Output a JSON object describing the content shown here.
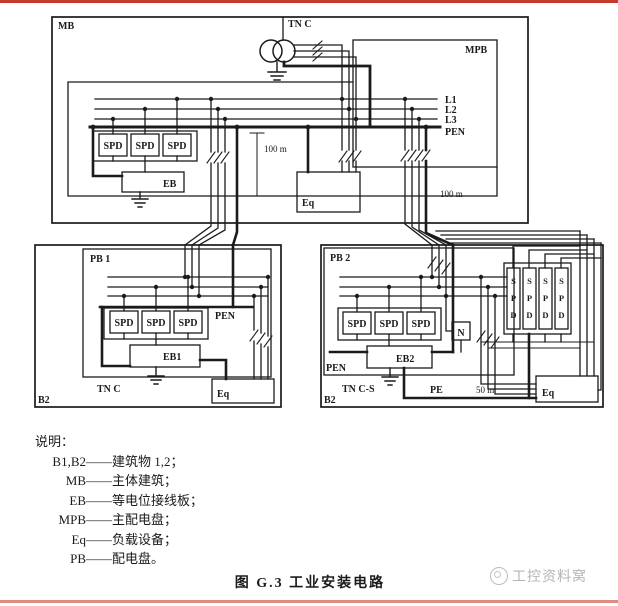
{
  "colors": {
    "red_top": "#c43a2c",
    "red_bottom": "#dd8d80",
    "line": "#1b1b1b",
    "watermark": "#b5b5b5"
  },
  "diagram": {
    "mb": "MB",
    "tnc": "TN C",
    "mpb": "MPB",
    "l1": "L1",
    "l2": "L2",
    "l3": "L3",
    "pen": "PEN",
    "spd": "SPD",
    "eb": "EB",
    "eq": "Eq",
    "dim_100m": "100 m",
    "dim_50m": "50 m",
    "pb1": "PB 1",
    "eb1": "EB1",
    "tnc2": "TN C",
    "b2_left": "B2",
    "pb2": "PB 2",
    "eb2": "EB2",
    "tncs": "TN C-S",
    "b2_right": "B2",
    "n": "N",
    "pe": "PE",
    "spd_letters": [
      "S",
      "P",
      "D"
    ]
  },
  "legend": {
    "heading": "说明：",
    "dash": "——",
    "items": [
      {
        "term": "B1,B2",
        "def": "建筑物 1,2；"
      },
      {
        "term": "MB",
        "def": "主体建筑；"
      },
      {
        "term": "EB",
        "def": "等电位接线板；"
      },
      {
        "term": "MPB",
        "def": "主配电盘；"
      },
      {
        "term": "Eq",
        "def": "负载设备；"
      },
      {
        "term": "PB",
        "def": "配电盘。"
      }
    ]
  },
  "caption": "图 G.3  工业安装电路",
  "watermark": "工控资料窝"
}
